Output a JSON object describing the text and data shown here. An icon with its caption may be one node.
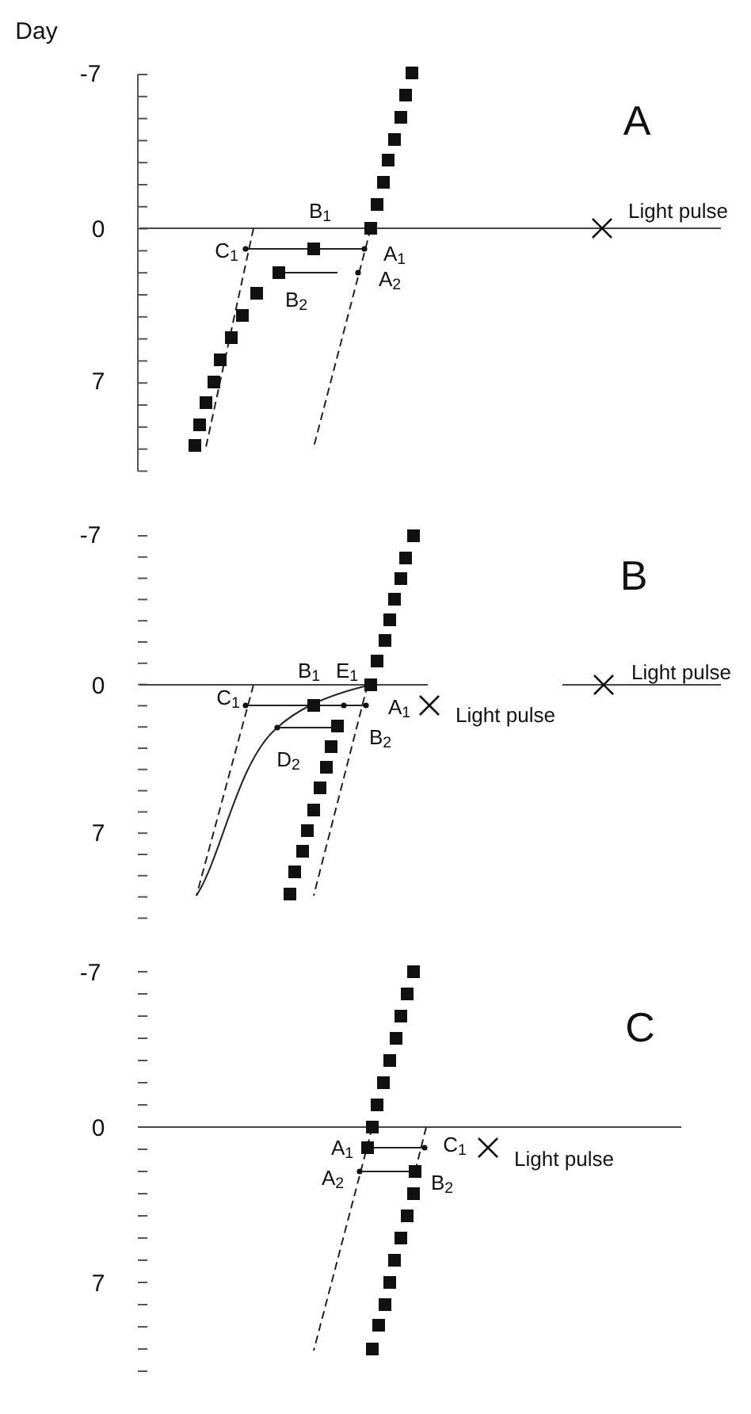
{
  "diagram": {
    "labels": [
      "Day",
      "-7",
      "A",
      "B$_{1}$",
      "Light pulse",
      "0",
      "C$_{1}$",
      "A$_{1}$",
      "A$_{2}$",
      "B$_{2}$",
      "7",
      "-7",
      "B",
      "B$_{1}$",
      "E$_{1}$",
      "Light pulse",
      "0",
      "C$_{1}$",
      "A$_{1}$",
      "Light pulse",
      "B$_{2}$",
      "D$_{2}$",
      "7",
      "-7",
      "C",
      "0",
      "A$_{1}$",
      "C$_{1}$",
      "Light pulse",
      "A$_{2}$",
      "B$_{2}$",
      "7"
    ]
  }
}
